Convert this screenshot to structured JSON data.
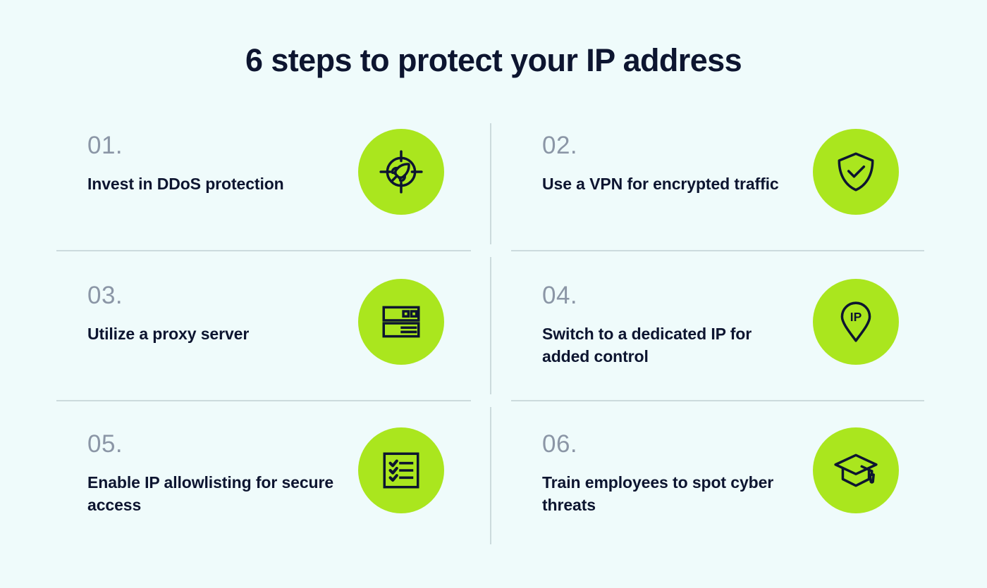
{
  "page": {
    "title": "6 steps to protect your IP address",
    "background_color": "#effbfb",
    "accent_color": "#aae61e",
    "text_color": "#0d1530",
    "number_color": "#8b96a6",
    "divider_color": "#ccdbdd"
  },
  "steps": [
    {
      "number": "01.",
      "label": "Invest in DDoS protection",
      "icon": "target-rocket-icon"
    },
    {
      "number": "02.",
      "label": "Use a VPN for encrypted traffic",
      "icon": "shield-check-icon"
    },
    {
      "number": "03.",
      "label": "Utilize a proxy server",
      "icon": "server-rack-icon"
    },
    {
      "number": "04.",
      "label": "Switch to a dedicated IP for added control",
      "icon": "map-pin-ip-icon",
      "icon_text": "IP"
    },
    {
      "number": "05.",
      "label": "Enable IP allowlisting for secure access",
      "icon": "checklist-icon"
    },
    {
      "number": "06.",
      "label": "Train employees to spot cyber threats",
      "icon": "graduation-cap-icon"
    }
  ]
}
